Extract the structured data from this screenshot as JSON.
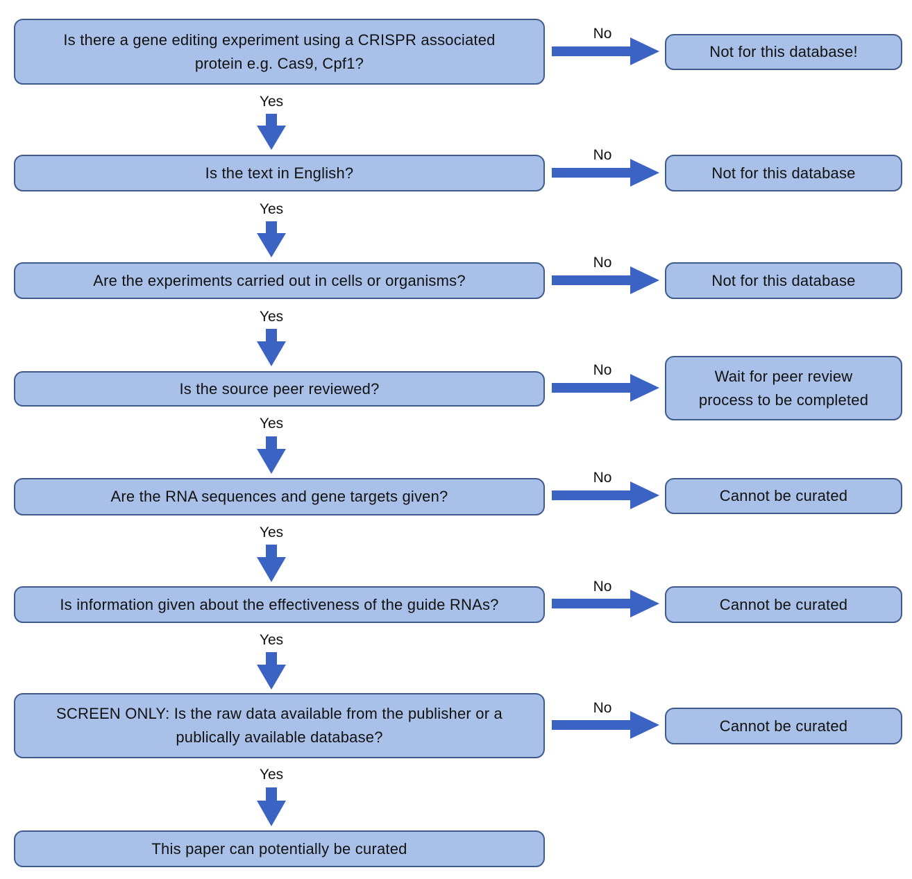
{
  "flowchart": {
    "accent_color": "#3b63c4",
    "box_fill": "#a9c1e8",
    "box_border": "#3f5a8c",
    "steps": [
      {
        "question_line1": "Is there a gene editing experiment using a CRISPR associated",
        "question_line2": "protein e.g. Cas9, Cpf1?",
        "no_label": "No",
        "outcome_line1": "Not for this database!",
        "outcome_line2": "",
        "yes_label": "Yes"
      },
      {
        "question_line1": "Is the text in English?",
        "question_line2": "",
        "no_label": "No",
        "outcome_line1": "Not for this database",
        "outcome_line2": "",
        "yes_label": "Yes"
      },
      {
        "question_line1": "Are the experiments carried out in cells or organisms?",
        "question_line2": "",
        "no_label": "No",
        "outcome_line1": "Not for this database",
        "outcome_line2": "",
        "yes_label": "Yes"
      },
      {
        "question_line1": "Is the source peer reviewed?",
        "question_line2": "",
        "no_label": "No",
        "outcome_line1": "Wait for peer review",
        "outcome_line2": "process to be completed",
        "yes_label": "Yes"
      },
      {
        "question_line1": "Are the RNA sequences and gene targets given?",
        "question_line2": "",
        "no_label": "No",
        "outcome_line1": "Cannot be curated",
        "outcome_line2": "",
        "yes_label": "Yes"
      },
      {
        "question_line1": "Is information given about the effectiveness of the guide RNAs?",
        "question_line2": "",
        "no_label": "No",
        "outcome_line1": "Cannot be curated",
        "outcome_line2": "",
        "yes_label": "Yes"
      },
      {
        "question_line1": "SCREEN ONLY: Is the raw data available from the publisher or a",
        "question_line2": "publically available database?",
        "no_label": "No",
        "outcome_line1": "Cannot be curated",
        "outcome_line2": "",
        "yes_label": "Yes"
      }
    ],
    "final": "This paper can potentially be curated"
  }
}
